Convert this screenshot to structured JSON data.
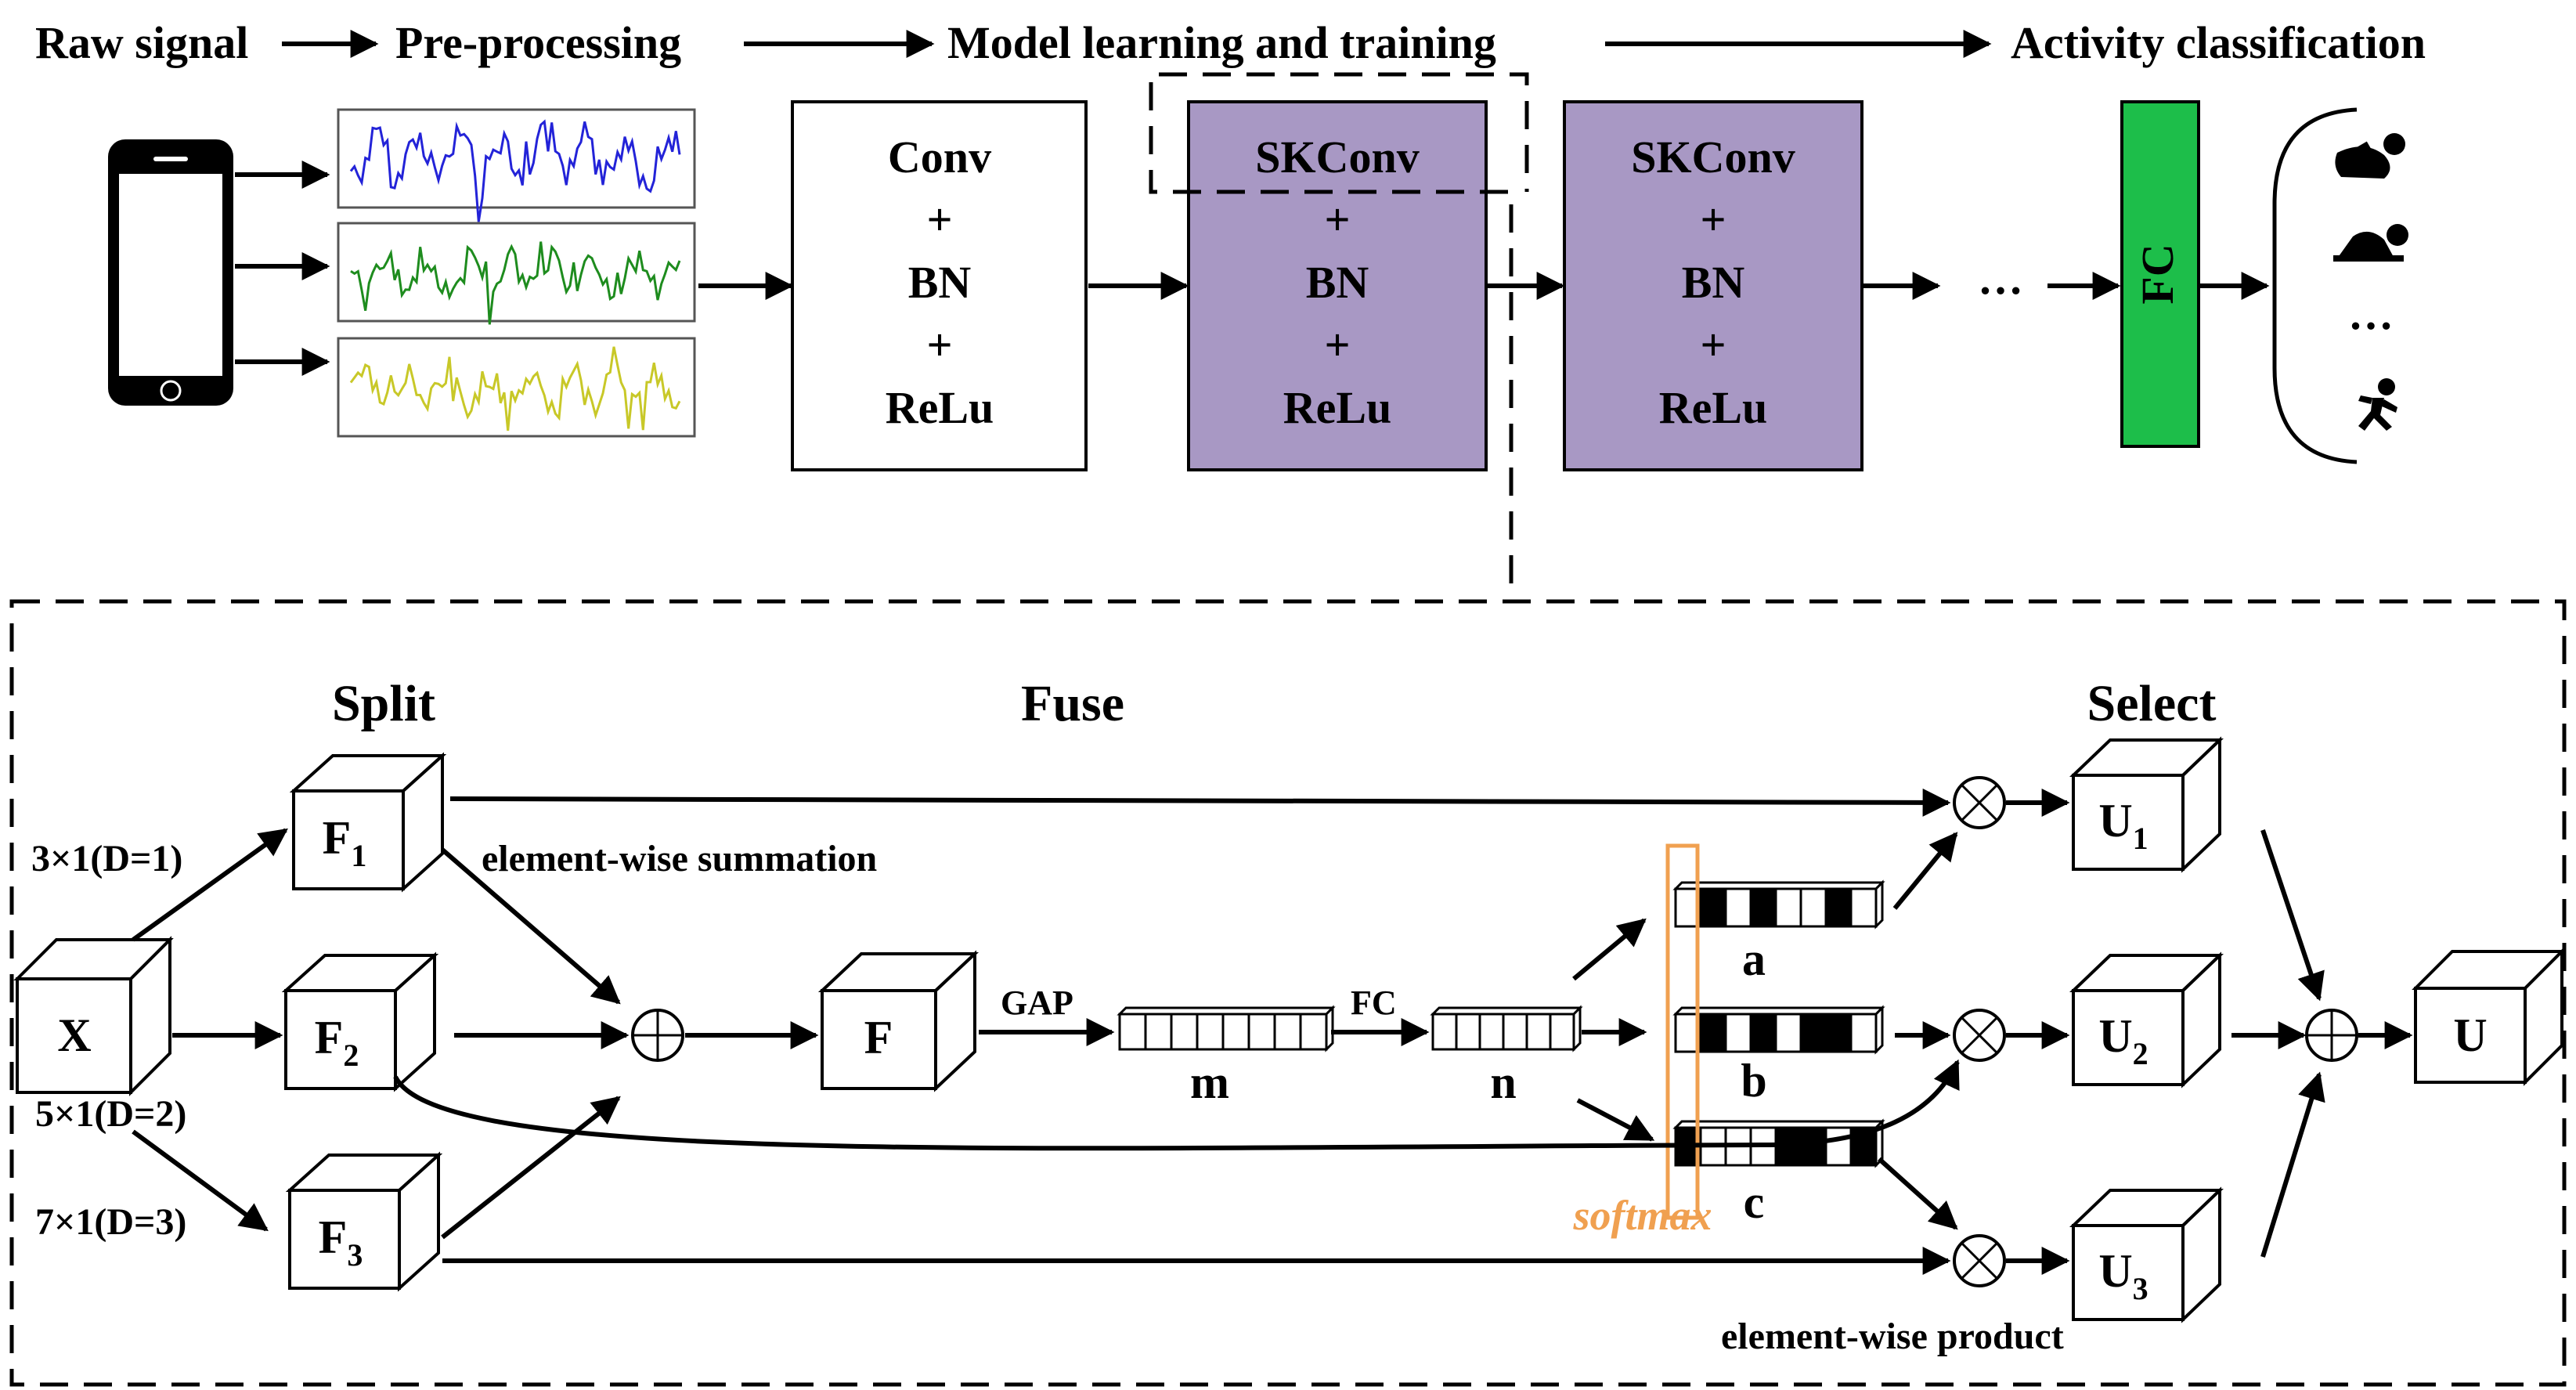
{
  "stages": {
    "raw_signal": "Raw signal",
    "pre_processing": "Pre-processing",
    "model_learning": "Model learning and training",
    "activity_classification": "Activity classification"
  },
  "blocks": {
    "conv": {
      "line1": "Conv",
      "plus1": "+",
      "line2": "BN",
      "plus2": "+",
      "line3": "ReLu"
    },
    "skconv1": {
      "line1": "SKConv",
      "plus1": "+",
      "line2": "BN",
      "plus2": "+",
      "line3": "ReLu"
    },
    "skconv2": {
      "line1": "SKConv",
      "plus1": "+",
      "line2": "BN",
      "plus2": "+",
      "line3": "ReLu"
    },
    "ellipsis": "…",
    "fc": "FC",
    "class_ellipsis": "…"
  },
  "sk": {
    "split": "Split",
    "fuse": "Fuse",
    "select": "Select",
    "x": "X",
    "f1": "F",
    "f1_sub": "1",
    "f2": "F",
    "f2_sub": "2",
    "f3": "F",
    "f3_sub": "3",
    "kernel1": "3×1(D=1)",
    "kernel2": "5×1(D=2)",
    "kernel3": "7×1(D=3)",
    "sum_note": "element-wise summation",
    "fused": "F",
    "gap": "GAP",
    "m": "m",
    "fc": "FC",
    "n": "n",
    "a": "a",
    "b": "b",
    "c": "c",
    "softmax": "softmax",
    "u1": "U",
    "u1_sub": "1",
    "u2": "U",
    "u2_sub": "2",
    "u3": "U",
    "u3_sub": "3",
    "u": "U",
    "product_note": "element-wise product"
  },
  "colors": {
    "signal_x": "#2323d8",
    "signal_y": "#1e8c1e",
    "signal_z": "#c8c828",
    "skconv_fill": "#a898c4",
    "fc_fill": "#1dbe4a",
    "softmax": "#f0a050"
  },
  "icons": [
    "person-lying-icon",
    "person-crawling-icon",
    "person-running-icon"
  ]
}
